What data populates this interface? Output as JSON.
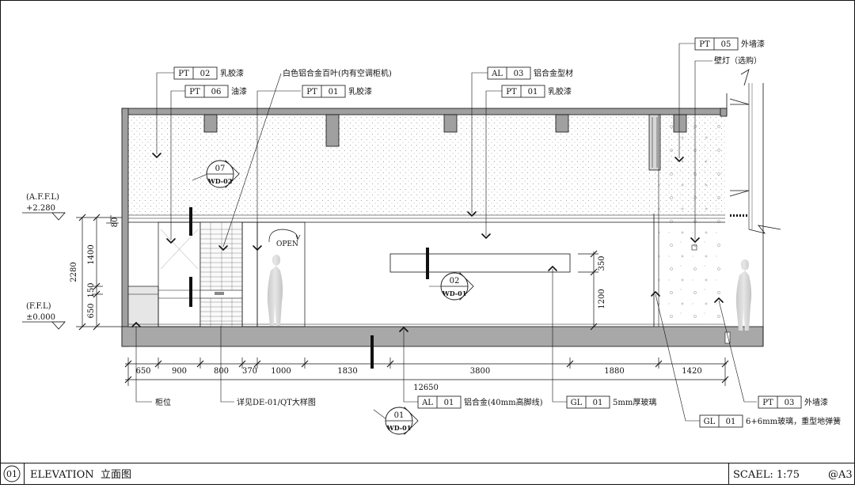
{
  "levels": {
    "afl_label": "(A.F.F.L)",
    "afl_value": "+2.280",
    "ffl_label": "(F.F.L)",
    "ffl_value": "±0.000"
  },
  "vertical_dims": {
    "left_total": "2280",
    "left_upper": "1400",
    "left_mid": "150",
    "left_lower": "650",
    "top_strip": "80",
    "right_upper": "350",
    "right_lower": "1200"
  },
  "bottom_dims": {
    "segments": [
      "650",
      "900",
      "800",
      "370",
      "1000",
      "1830",
      "3800",
      "1880",
      "1420"
    ],
    "total": "12650"
  },
  "callouts": [
    {
      "code": "PT",
      "num": "02",
      "desc": "乳胶漆"
    },
    {
      "code": "PT",
      "num": "06",
      "desc": "油漆"
    },
    {
      "code": "PT",
      "num": "01",
      "desc": "乳胶漆"
    },
    {
      "code": "AL",
      "num": "03",
      "desc": "铝合金型材"
    },
    {
      "code": "PT",
      "num": "01",
      "desc": "乳胶漆"
    },
    {
      "code": "PT",
      "num": "05",
      "desc": "外墙漆"
    },
    {
      "code": "AL",
      "num": "01",
      "desc": "铝合金(40mm高脚线)"
    },
    {
      "code": "GL",
      "num": "01",
      "desc": "5mm厚玻璃"
    },
    {
      "code": "PT",
      "num": "03",
      "desc": "外墙漆"
    },
    {
      "code": "GL",
      "num": "01",
      "desc": "6+6mm玻璃，重型地弹簧"
    }
  ],
  "notes": {
    "louver": "白色铝合金百叶(内有空调柜机)",
    "wall_lamp": "壁灯（选购）",
    "cabinet": "柜位",
    "detail_ref": "详见DE-01/QT大样图",
    "open": "OPEN"
  },
  "section_markers": [
    {
      "num": "07",
      "ref": "WD-02"
    },
    {
      "num": "02",
      "ref": "WD-01"
    },
    {
      "num": "01",
      "ref": "WD-01"
    }
  ],
  "title_block": {
    "index": "01",
    "title_en": "ELEVATION",
    "title_cn": "立面图",
    "scale": "SCAEL: 1:75",
    "sheet": "@A3"
  },
  "colors": {
    "line": "#111111",
    "wall_fill": "#9a9a9a",
    "slab_fill": "#a8a8a8"
  }
}
